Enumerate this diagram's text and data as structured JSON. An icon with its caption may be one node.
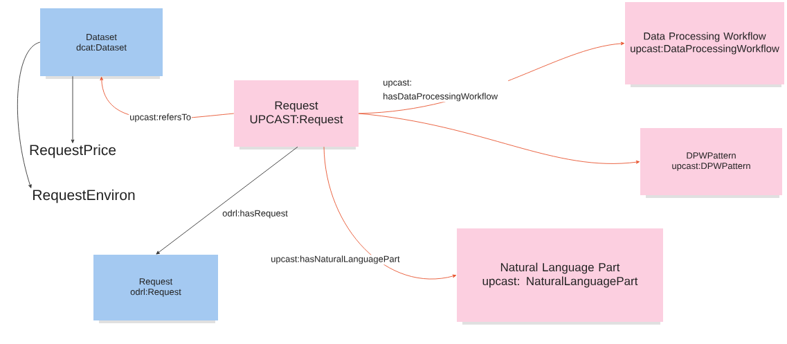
{
  "diagram": {
    "nodes": [
      {
        "text": [
          "Dataset",
          "dcat:Dataset"
        ]
      },
      {
        "text": [
          "RequestPrice"
        ]
      },
      {
        "text": [
          "RequestEnviron"
        ]
      },
      {
        "text": [
          "Request",
          "UPCAST:Request"
        ]
      },
      {
        "text": [
          "Data Processing Workflow",
          "upcast:DataProcessingWorkflow"
        ]
      },
      {
        "text": [
          "DPWPattern",
          "upcast:DPWPattern"
        ]
      },
      {
        "text": [
          "Request",
          "odrl:Request"
        ]
      },
      {
        "text": [
          "Natural Language Part",
          "upcast: NaturalLanguagePart"
        ]
      }
    ],
    "edges": [
      {
        "from": 0,
        "to": 1,
        "arrow": "to",
        "color": "#333333"
      },
      {
        "from": 0,
        "to": 2,
        "arrow": "to",
        "color": "#333333"
      },
      {
        "from": 3,
        "to": 0,
        "arrow": "to",
        "label": "upcast:refersTo"
      },
      {
        "from": 3,
        "to": 4,
        "arrow": "to",
        "label": "upcast: hasDataProcessingWorkflow"
      },
      {
        "from": 3,
        "to": 5,
        "arrow": "to"
      },
      {
        "from": 3,
        "to": 6,
        "arrow": "to",
        "label": "odrl:hasRequest",
        "color": "#333333"
      },
      {
        "from": 3,
        "to": 7,
        "arrow": "to",
        "label": "upcast:hasNaturalLanguagePart"
      }
    ]
  }
}
